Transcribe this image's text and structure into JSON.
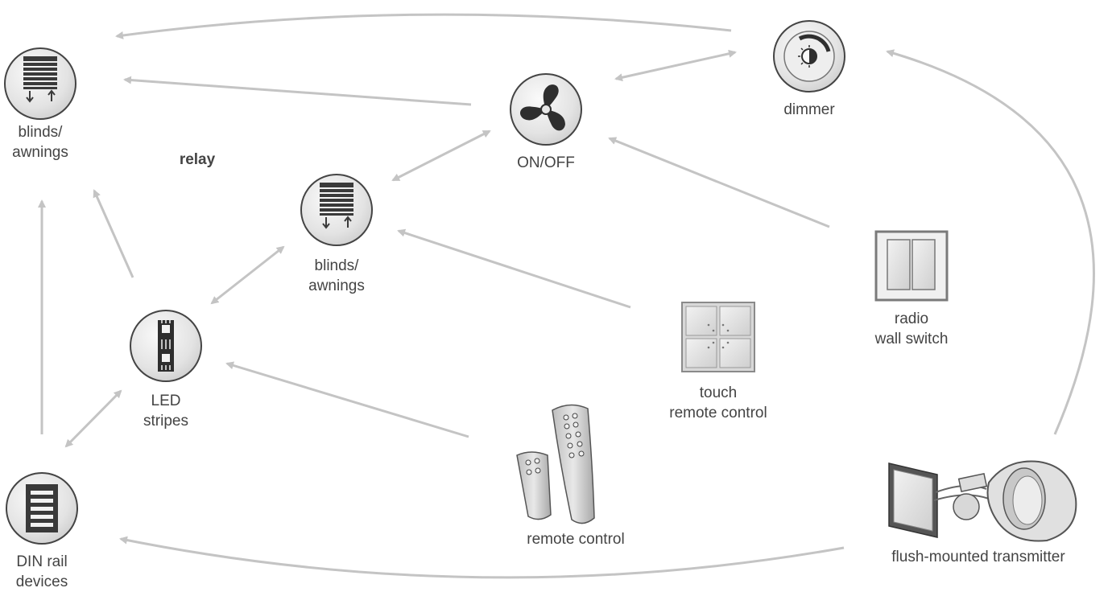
{
  "colors": {
    "arrow": "#c4c4c4",
    "icon_dark": "#3a3a3a",
    "circle_fill": "#e6e6e6",
    "text": "#444444"
  },
  "heading": {
    "relay": "relay"
  },
  "devices": {
    "blinds_top": {
      "line1": "blinds/",
      "line2": "awnings",
      "icon": "blinds-icon"
    },
    "blinds_mid": {
      "line1": "blinds/",
      "line2": "awnings",
      "icon": "blinds-icon"
    },
    "on_off": {
      "label": "ON/OFF",
      "icon": "fan-icon"
    },
    "dimmer": {
      "label": "dimmer",
      "icon": "dimmer-icon"
    },
    "led": {
      "line1": "LED",
      "line2": "stripes",
      "icon": "led-strip-icon"
    },
    "din": {
      "line1": "DIN rail",
      "line2": "devices",
      "icon": "din-rail-icon"
    }
  },
  "transmitters": {
    "wall_switch": {
      "line1": "radio",
      "line2": "wall switch",
      "icon": "wall-switch-icon"
    },
    "touch_remote": {
      "line1": "touch",
      "line2": "remote control",
      "icon": "touch-panel-icon"
    },
    "remote": {
      "label": "remote control",
      "icon": "remote-control-icon"
    },
    "flush": {
      "label": "flush-mounted transmitter",
      "icon": "flush-transmitter-icon"
    }
  }
}
